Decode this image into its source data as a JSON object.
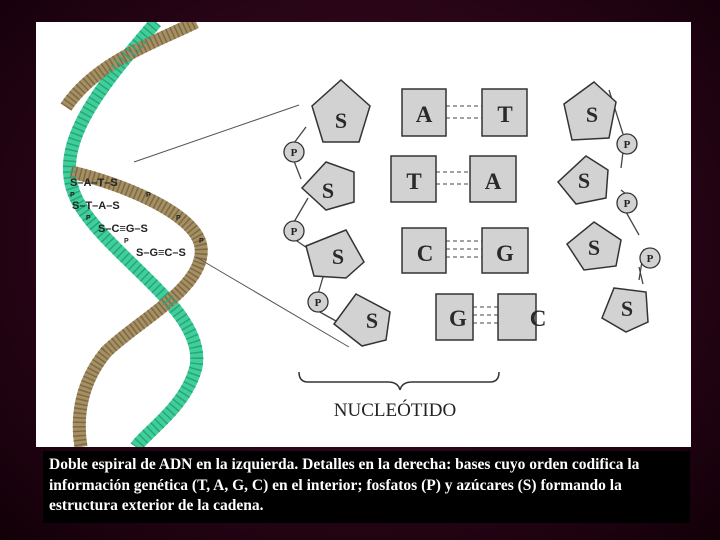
{
  "helix": {
    "row1": "S–A–T–S",
    "row2": "S–T–A–S",
    "row3": "S–C≡G–S",
    "row4": "S–G≡C–S",
    "p": "P"
  },
  "rows": [
    {
      "left_sugar": "S",
      "left_base": "A",
      "right_base": "T",
      "right_sugar": "S"
    },
    {
      "left_sugar": "S",
      "left_base": "T",
      "right_base": "A",
      "right_sugar": "S"
    },
    {
      "left_sugar": "S",
      "left_base": "C",
      "right_base": "G",
      "right_sugar": "S"
    },
    {
      "left_sugar": "S",
      "left_base": "G",
      "right_base": "C",
      "right_sugar": "S"
    }
  ],
  "phosphate": "P",
  "nucleotide_label": "NUCLEÓTIDO",
  "caption": "Doble espiral de ADN en la izquierda. Detalles en la derecha: bases  cuyo orden codifica la información genética (T, A, G, C) en el interior; fosfatos (P) y azúcares (S) formando la estructura exterior de la cadena.",
  "colors": {
    "background": "#2a0518",
    "helix_strand_tan": "#a58f63",
    "helix_strand_green": "#3fcf9a",
    "shape_fill": "#d2d2d2",
    "caption_bg": "#000000",
    "caption_text": "#ffffff"
  }
}
